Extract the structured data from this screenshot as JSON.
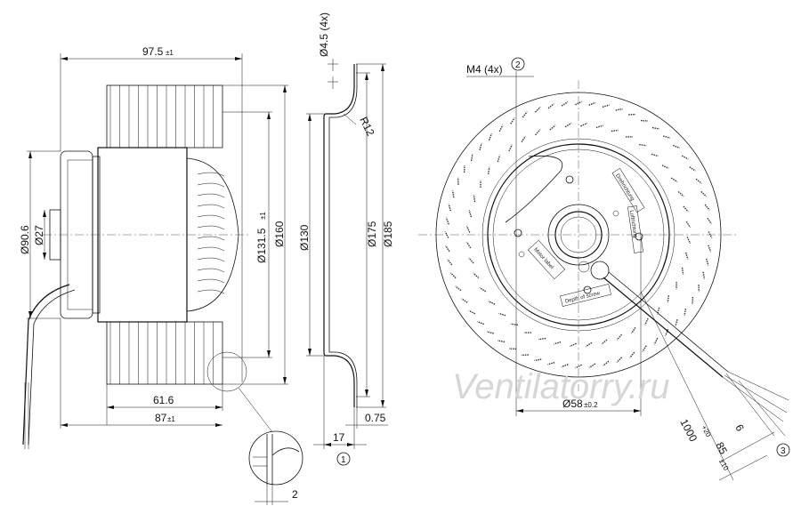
{
  "watermark": "Ventilatorry.ru",
  "side_view": {
    "dims": {
      "overall_length": "97.5",
      "overall_length_tol": "±1",
      "d_hub": "Ø90.6",
      "d_shaft": "Ø27",
      "d_wheel_inner": "Ø131.5",
      "d_wheel_inner_tol": "±1",
      "d_wheel_outer": "Ø160",
      "len_wheel": "61.6",
      "len_body": "87",
      "len_body_tol": "±1",
      "detail_width": "2"
    }
  },
  "plate_view": {
    "dims": {
      "hole": "Ø4.5 (4x)",
      "radius": "R12",
      "d_130": "Ø130",
      "d_175": "Ø175",
      "d_185": "Ø185",
      "depth": "17",
      "thickness": "0.75"
    },
    "callout_1": "1"
  },
  "front_view": {
    "dims": {
      "thread": "M4 (4x)",
      "d_58": "Ø58",
      "d_58_tol": "±0.2",
      "cable_len": "1000",
      "cable_len_tol": "+20",
      "strip_1": "85",
      "strip_1_tol": "±10",
      "strip_2": "6"
    },
    "callout_2": "2",
    "callout_3": "3",
    "label_screw": "Depth of screw",
    "label_label": "Motor label",
    "label_rot": "Drehrichtung",
    "label_air": "Luftrichtung"
  },
  "colors": {
    "line": "#111111",
    "watermark": "#d6d6d6"
  }
}
